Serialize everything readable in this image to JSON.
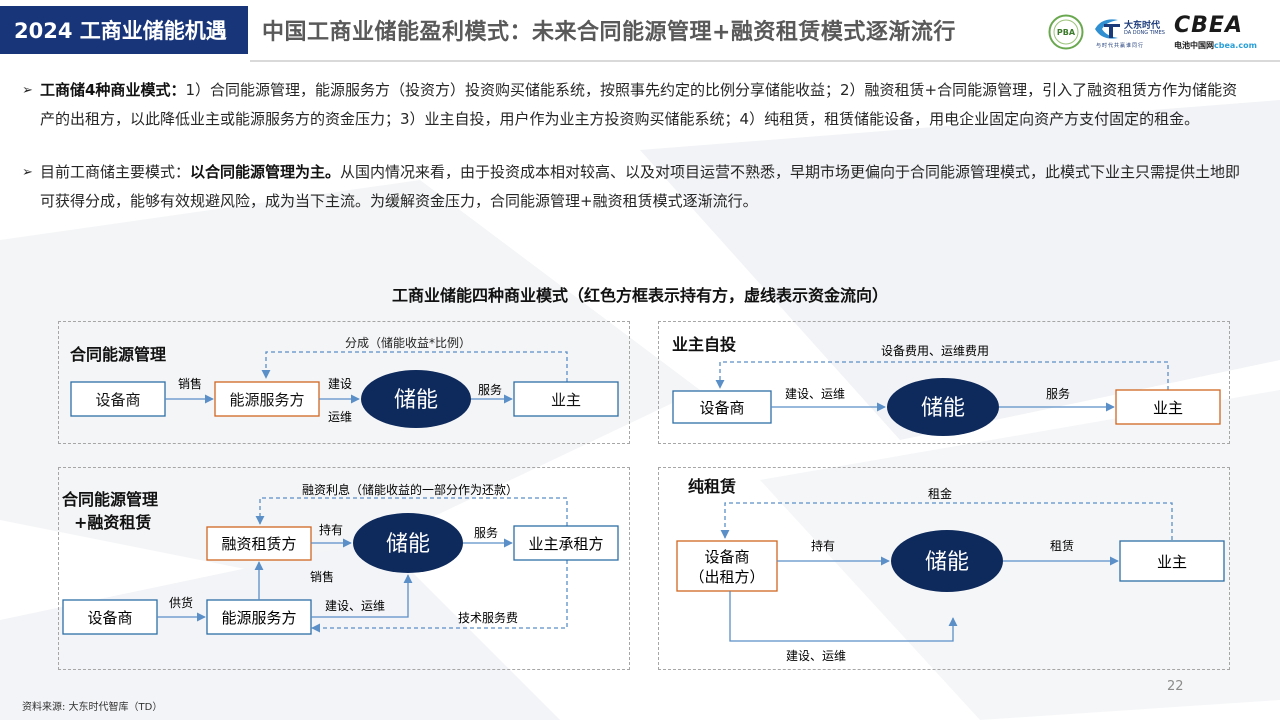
{
  "header": {
    "tag": "2024 工商业储能机遇",
    "title": "中国工商业储能盈利模式：未来合同能源管理+融资租赁模式逐渐流行"
  },
  "logos": {
    "pba": "PBA",
    "td_name": "大东时代",
    "td_en": "DA DONG TIMES",
    "td_slogan": "与时代共赢谁同行",
    "cbea_word": "CBEA",
    "cbea_sub": "电池中国网",
    "cbea_url": "cbea.com"
  },
  "bullets": [
    {
      "label": "工商储4种商业模式：",
      "text": "1）合同能源管理，能源服务方（投资方）投资购买储能系统，按照事先约定的比例分享储能收益；2）融资租赁+合同能源管理，引入了融资租赁方作为储能资产的出租方，以此降低业主或能源服务方的资金压力；3）业主自投，用户作为业主方投资购买储能系统；4）纯租赁，租赁储能设备，用电企业固定向资产方支付固定的租金。"
    },
    {
      "prefix": "目前工商储主要模式：",
      "label": "以合同能源管理为主。",
      "text": "从国内情况来看，由于投资成本相对较高、以及对项目运营不熟悉，早期市场更偏向于合同能源管理模式，此模式下业主只需提供土地即可获得分成，能够有效规避风险，成为当下主流。为缓解资金压力，合同能源管理+融资租赁模式逐渐流行。"
    }
  ],
  "diagram": {
    "title": "工商业储能四种商业模式（红色方框表示持有方，虚线表示资金流向）",
    "core": "储能",
    "colors": {
      "core": "#0e2a5c",
      "holder": "#d0661f",
      "node": "#2e6ea6",
      "flow": "#5b8fc7",
      "panel": "#a6a6a6"
    },
    "p1": {
      "title": "合同能源管理",
      "supplier": "设备商",
      "esco": "能源服务方",
      "owner": "业主",
      "sell": "销售",
      "build": "建设",
      "ops": "运维",
      "service": "服务",
      "money": "分成（储能收益*比例）"
    },
    "p2": {
      "title": "业主自投",
      "supplier": "设备商",
      "owner": "业主",
      "build": "建设、运维",
      "service": "服务",
      "money": "设备费用、运维费用"
    },
    "p3": {
      "title_l1": "合同能源管理",
      "title_l2": "+融资租赁",
      "lessor": "融资租赁方",
      "tenant": "业主承租方",
      "supplier": "设备商",
      "esco": "能源服务方",
      "hold": "持有",
      "service": "服务",
      "sell": "销售",
      "supply": "供货",
      "build": "建设、运维",
      "money_top": "融资利息（储能收益的一部分作为还款）",
      "money_bottom": "技术服务费"
    },
    "p4": {
      "title": "纯租赁",
      "supplier_l1": "设备商",
      "supplier_l2": "（出租方）",
      "owner": "业主",
      "hold": "持有",
      "lease": "租赁",
      "build": "建设、运维",
      "money": "租金"
    }
  },
  "footer": {
    "source": "资料来源: 大东时代智库（TD）",
    "page": "22"
  }
}
